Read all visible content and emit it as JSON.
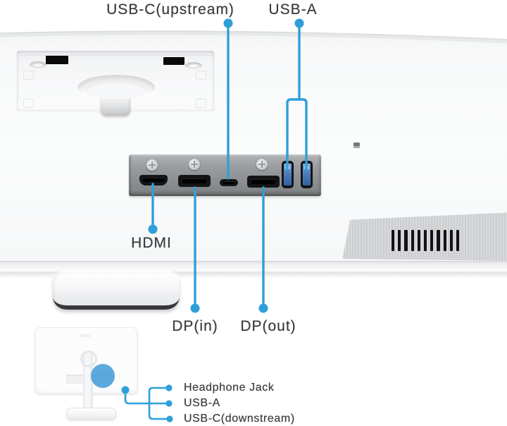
{
  "colors": {
    "accent": "#2f9fda",
    "text": "#3b3d40",
    "usb_blue": "#3d6db2",
    "highlight": "#449dd8"
  },
  "callouts": {
    "usb_c_upstream": "USB-C(upstream)",
    "usb_a_top": "USB-A",
    "hdmi": "HDMI",
    "dp_in": "DP(in)",
    "dp_out": "DP(out)"
  },
  "inset_callouts": {
    "headphone_jack": "Headphone Jack",
    "usb_a": "USB-A",
    "usb_c_downstream": "USB-C(downstream)"
  }
}
